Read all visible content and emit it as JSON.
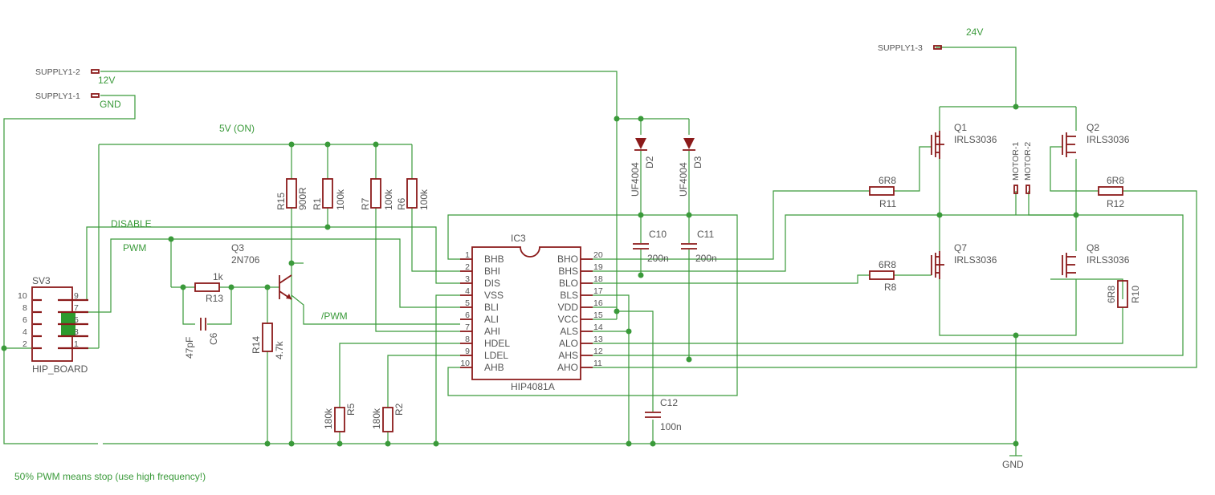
{
  "labels": {
    "supply1_2": "SUPPLY1-2",
    "supply1_1": "SUPPLY1-1",
    "supply1_3": "SUPPLY1-3",
    "v12": "12V",
    "gnd_top": "GND",
    "v24": "24V",
    "v5_on": "5V (ON)",
    "disable": "DISABLE",
    "pwm": "PWM",
    "not_pwm": "/PWM",
    "gnd_bottom": "GND",
    "footer_note": "50% PWM means stop (use high frequency!)",
    "motor1": "MOTOR-1",
    "motor2": "MOTOR-2"
  },
  "connector": {
    "name": "SV3",
    "value": "HIP_BOARD",
    "left_pins": [
      "10",
      "8",
      "6",
      "4",
      "2"
    ],
    "right_pins": [
      "9",
      "7",
      "5",
      "3",
      "1"
    ]
  },
  "components": {
    "r15": {
      "name": "R15",
      "value": "900R"
    },
    "r1": {
      "name": "R1",
      "value": "100k"
    },
    "r7": {
      "name": "R7",
      "value": "100k"
    },
    "r6": {
      "name": "R6",
      "value": "100k"
    },
    "r13": {
      "name": "R13",
      "value": "1k"
    },
    "c6": {
      "name": "C6",
      "value": "47pF"
    },
    "q3": {
      "name": "Q3",
      "value": "2N706"
    },
    "r14": {
      "name": "R14",
      "value": "4.7k"
    },
    "r5": {
      "name": "R5",
      "value": "180k"
    },
    "r2": {
      "name": "R2",
      "value": "180k"
    },
    "d2": {
      "name": "D2",
      "value": "UF4004"
    },
    "d3": {
      "name": "D3",
      "value": "UF4004"
    },
    "c10": {
      "name": "C10",
      "value": "200n"
    },
    "c11": {
      "name": "C11",
      "value": "200n"
    },
    "c12": {
      "name": "C12",
      "value": "100n"
    },
    "q1": {
      "name": "Q1",
      "value": "IRLS3036"
    },
    "q2": {
      "name": "Q2",
      "value": "IRLS3036"
    },
    "q7": {
      "name": "Q7",
      "value": "IRLS3036"
    },
    "q8": {
      "name": "Q8",
      "value": "IRLS3036"
    },
    "r11": {
      "name": "R11",
      "value": "6R8"
    },
    "r12": {
      "name": "R12",
      "value": "6R8"
    },
    "r8": {
      "name": "R8",
      "value": "6R8"
    },
    "r10": {
      "name": "R10",
      "value": "6R8"
    }
  },
  "ic3": {
    "name": "IC3",
    "value": "HIP4081A",
    "left_pins": [
      {
        "num": "1",
        "name": "BHB"
      },
      {
        "num": "2",
        "name": "BHI"
      },
      {
        "num": "3",
        "name": "DIS"
      },
      {
        "num": "4",
        "name": "VSS"
      },
      {
        "num": "5",
        "name": "BLI"
      },
      {
        "num": "6",
        "name": "ALI"
      },
      {
        "num": "7",
        "name": "AHI"
      },
      {
        "num": "8",
        "name": "HDEL"
      },
      {
        "num": "9",
        "name": "LDEL"
      },
      {
        "num": "10",
        "name": "AHB"
      }
    ],
    "right_pins": [
      {
        "num": "20",
        "name": "BHO"
      },
      {
        "num": "19",
        "name": "BHS"
      },
      {
        "num": "18",
        "name": "BLO"
      },
      {
        "num": "17",
        "name": "BLS"
      },
      {
        "num": "16",
        "name": "VDD"
      },
      {
        "num": "15",
        "name": "VCC"
      },
      {
        "num": "14",
        "name": "ALS"
      },
      {
        "num": "13",
        "name": "ALO"
      },
      {
        "num": "12",
        "name": "AHS"
      },
      {
        "num": "11",
        "name": "AHO"
      }
    ]
  }
}
